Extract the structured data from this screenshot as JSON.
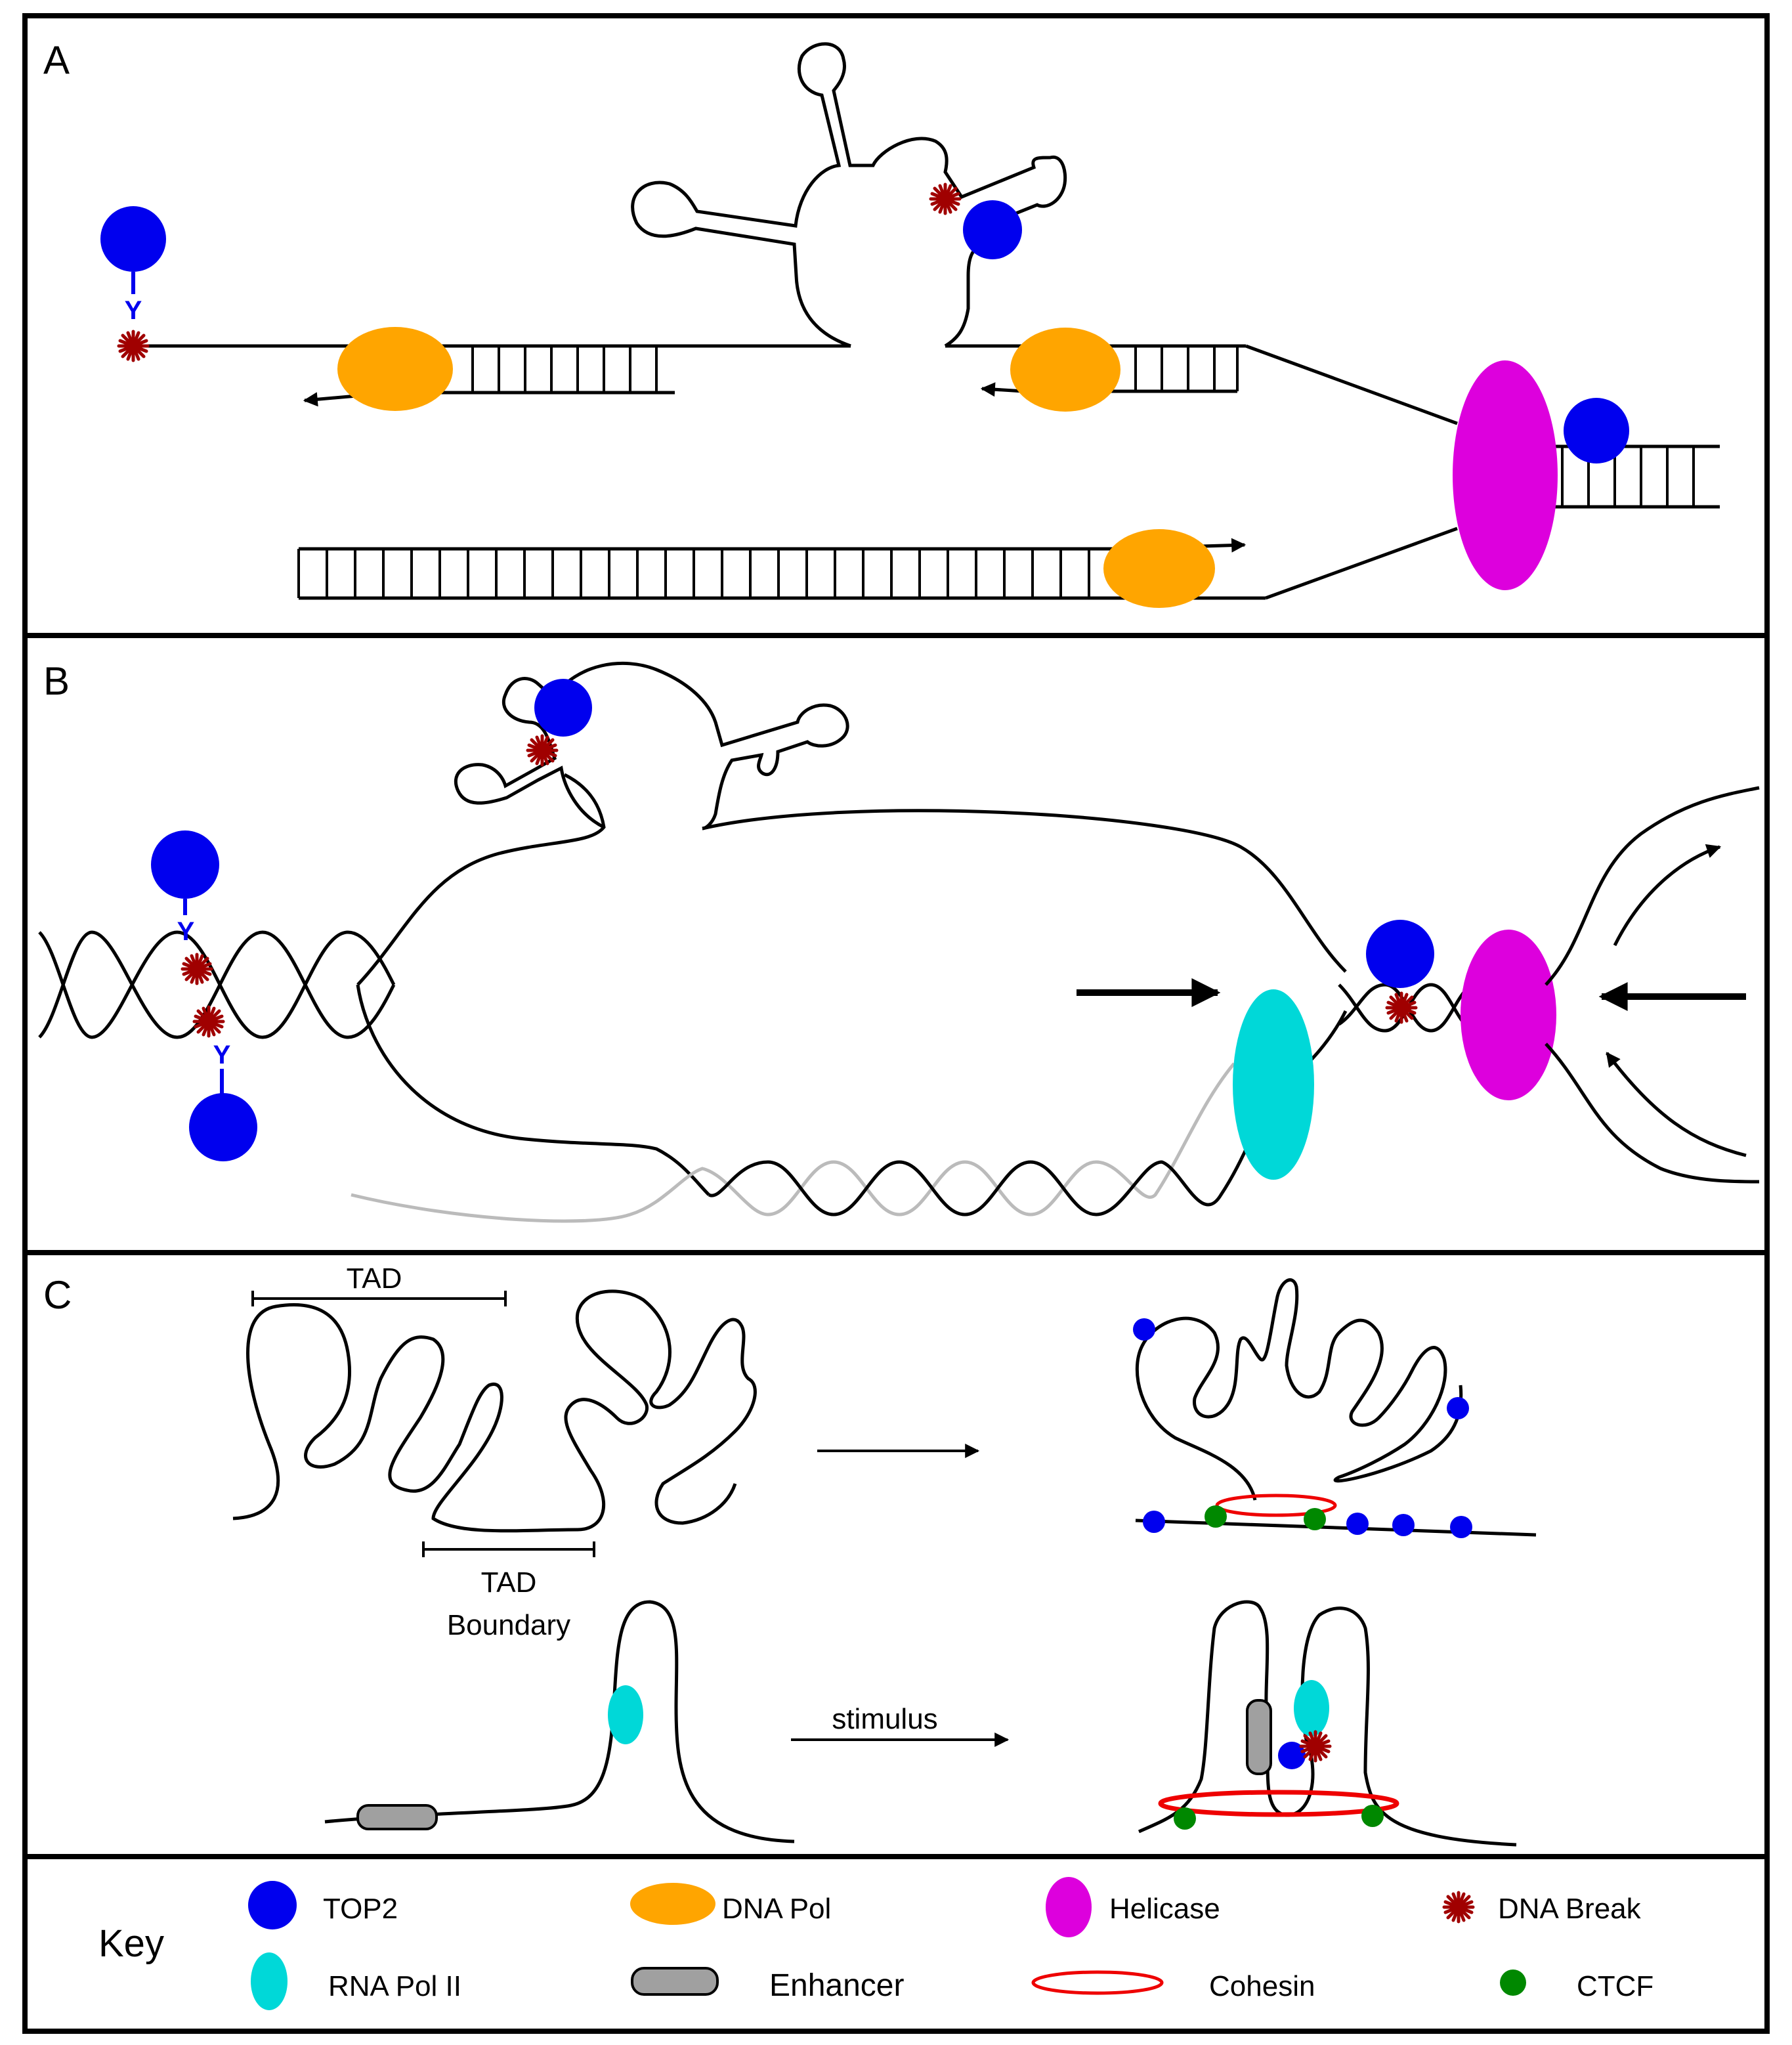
{
  "panels": {
    "a": {
      "label": "A"
    },
    "b": {
      "label": "B"
    },
    "c": {
      "label": "C",
      "tad_label": "TAD",
      "tad_boundary_label_1": "TAD",
      "tad_boundary_label_2": "Boundary",
      "stimulus_label": "stimulus"
    }
  },
  "glyphs": {
    "tyrosine": "Y"
  },
  "key": {
    "title": "Key",
    "items": [
      {
        "id": "top2",
        "label": "TOP2",
        "icon": "blue-circle"
      },
      {
        "id": "dna-pol",
        "label": "DNA Pol",
        "icon": "orange-ellipse"
      },
      {
        "id": "helicase",
        "label": "Helicase",
        "icon": "magenta-ellipse"
      },
      {
        "id": "dna-break",
        "label": "DNA Break",
        "icon": "red-star"
      },
      {
        "id": "rna-pol-ii",
        "label": "RNA Pol II",
        "icon": "cyan-ellipse"
      },
      {
        "id": "enhancer",
        "label": "Enhancer",
        "icon": "gray-rounded-rect"
      },
      {
        "id": "cohesin",
        "label": "Cohesin",
        "icon": "red-ring"
      },
      {
        "id": "ctcf",
        "label": "CTCF",
        "icon": "green-dot"
      }
    ]
  },
  "colors": {
    "top2": "#0000ee",
    "dna_pol": "#ffa500",
    "helicase": "#dd00dd",
    "dna_break": "#a00000",
    "rna_pol_ii": "#00d8d8",
    "enhancer": "#a0a0a0",
    "cohesin": "#ee0000",
    "ctcf": "#008800",
    "rna_strand": "#bbbbbb",
    "strand": "#000000"
  }
}
